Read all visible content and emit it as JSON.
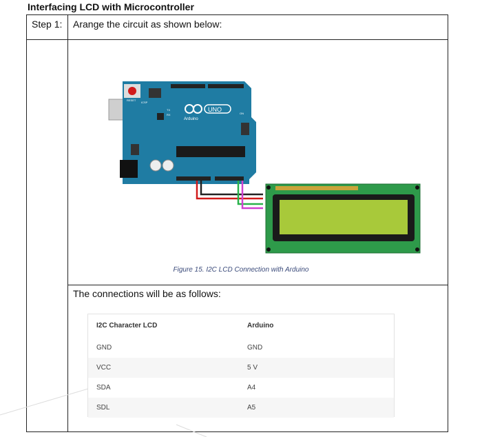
{
  "heading": "Interfacing LCD with Microcontroller",
  "step": {
    "label": "Step 1:",
    "instruction": "Arange the circuit as shown below:"
  },
  "figure": {
    "caption": "Figure 15. I2C LCD Connection with Arduino",
    "board_text": {
      "reset": "RESET",
      "icsp": "ICSP",
      "uno": "UNO",
      "arduino": "Arduino",
      "tx": "TX",
      "rx": "RX",
      "on": "ON"
    }
  },
  "connections_text": "The connections will be as follows:",
  "table": {
    "headers": [
      "I2C Character LCD",
      "Arduino"
    ],
    "rows": [
      [
        "GND",
        "GND"
      ],
      [
        "VCC",
        "5 V"
      ],
      [
        "SDA",
        "A4"
      ],
      [
        "SDL",
        "A5"
      ]
    ]
  },
  "colors": {
    "board": "#1f7ca3",
    "lcd_pcb": "#2e9a4a",
    "lcd_screen": "#a8c93a",
    "wire_red": "#d11a1a",
    "wire_black": "#222222",
    "wire_green": "#28b24a",
    "wire_magenta": "#d040d0"
  }
}
